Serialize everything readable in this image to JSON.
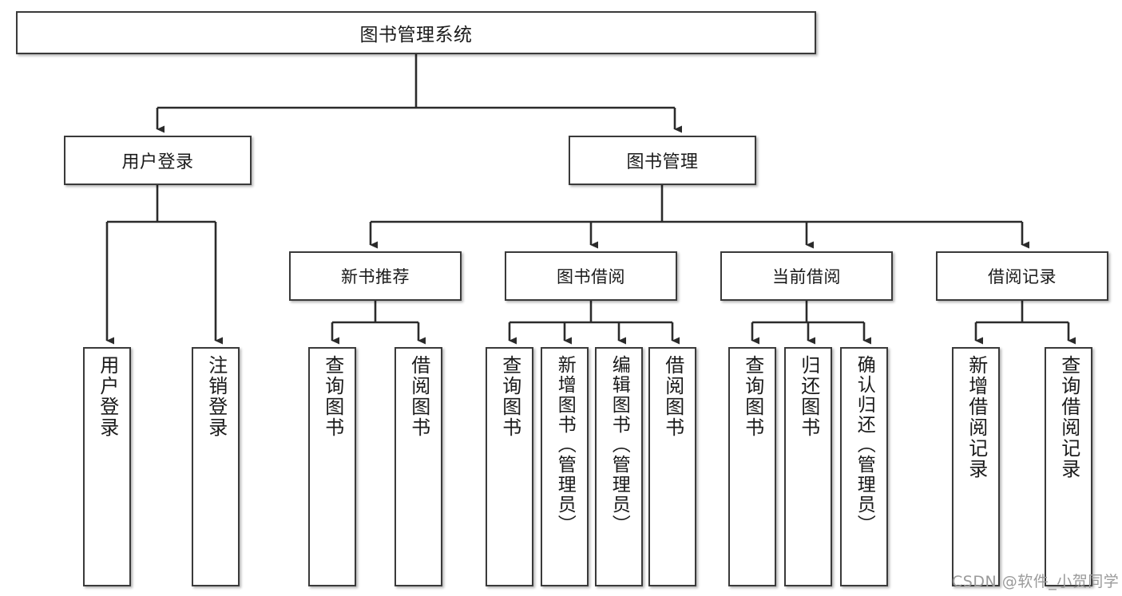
{
  "diagram": {
    "title": "图书管理系统",
    "type": "tree",
    "watermark": "CSDN @软件_小贺同学",
    "colors": {
      "box_border": "#3a3a3a",
      "box_fill": "#ffffff",
      "edge": "#2b2b2b",
      "text": "#1a1a1a",
      "watermark": "#9a9a9a",
      "background": "#ffffff"
    }
  },
  "nodes": {
    "root": {
      "label": "图书管理系统"
    },
    "level2": [
      {
        "label": "用户登录"
      },
      {
        "label": "图书管理"
      }
    ],
    "level3": [
      {
        "label": "新书推荐"
      },
      {
        "label": "图书借阅"
      },
      {
        "label": "当前借阅"
      },
      {
        "label": "借阅记录"
      }
    ],
    "leaves": {
      "user_login": [
        {
          "label": "用户登录"
        },
        {
          "label": "注销登录"
        }
      ],
      "new_book_recommend": [
        {
          "label": "查询图书"
        },
        {
          "label": "借阅图书"
        }
      ],
      "book_borrow": [
        {
          "label": "查询图书"
        },
        {
          "label": "新增图书（管理员）"
        },
        {
          "label": "编辑图书（管理员）"
        },
        {
          "label": "借阅图书"
        }
      ],
      "current_borrow": [
        {
          "label": "查询图书"
        },
        {
          "label": "归还图书"
        },
        {
          "label": "确认归还（管理员）"
        }
      ],
      "borrow_record": [
        {
          "label": "新增借阅记录"
        },
        {
          "label": "查询借阅记录"
        }
      ]
    }
  },
  "chart_data": {
    "type": "tree",
    "title": "图书管理系统",
    "root": "图书管理系统",
    "edges": [
      [
        "图书管理系统",
        "用户登录"
      ],
      [
        "图书管理系统",
        "图书管理"
      ],
      [
        "用户登录",
        "用户登录"
      ],
      [
        "用户登录",
        "注销登录"
      ],
      [
        "图书管理",
        "新书推荐"
      ],
      [
        "图书管理",
        "图书借阅"
      ],
      [
        "图书管理",
        "当前借阅"
      ],
      [
        "图书管理",
        "借阅记录"
      ],
      [
        "新书推荐",
        "查询图书"
      ],
      [
        "新书推荐",
        "借阅图书"
      ],
      [
        "图书借阅",
        "查询图书"
      ],
      [
        "图书借阅",
        "新增图书（管理员）"
      ],
      [
        "图书借阅",
        "编辑图书（管理员）"
      ],
      [
        "图书借阅",
        "借阅图书"
      ],
      [
        "当前借阅",
        "查询图书"
      ],
      [
        "当前借阅",
        "归还图书"
      ],
      [
        "当前借阅",
        "确认归还（管理员）"
      ],
      [
        "借阅记录",
        "新增借阅记录"
      ],
      [
        "借阅记录",
        "查询借阅记录"
      ]
    ]
  }
}
